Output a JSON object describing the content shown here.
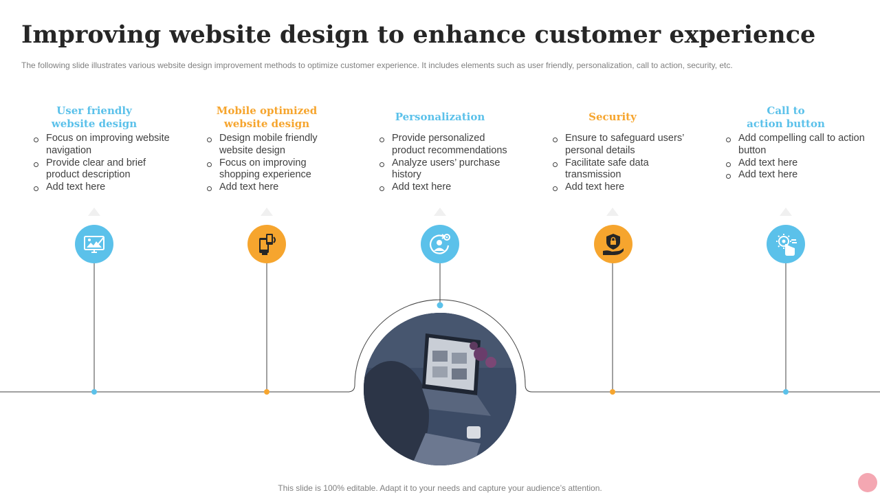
{
  "title": "Improving website design to enhance customer experience",
  "subtitle": "The following slide illustrates various website design improvement methods to optimize customer experience. It includes elements such as user friendly, personalization, call to action, security, etc.",
  "footer": "This slide is 100% editable. Adapt it to your needs and capture your audience’s attention.",
  "colors": {
    "blue": "#5bc1ea",
    "orange": "#f6a52e",
    "line": "#404040",
    "text": "#404040",
    "title": "#262626"
  },
  "columns": [
    {
      "title_line1": "User friendly",
      "title_line2": "website design",
      "accent": "blue",
      "icon": "monitor-image-icon",
      "bullets": [
        "Focus on improving website navigation",
        "Provide clear and brief product description",
        "Add text here"
      ]
    },
    {
      "title_line1": "Mobile optimized",
      "title_line2": "website design",
      "accent": "orange",
      "icon": "mobile-phone-icon",
      "bullets": [
        "Design mobile friendly website design",
        "Focus on improving shopping experience",
        "Add text here"
      ]
    },
    {
      "title_line1": "Personalization",
      "title_line2": "",
      "accent": "blue",
      "icon": "user-settings-icon",
      "bullets": [
        "Provide personalized product recommendations",
        "Analyze users’ purchase history",
        "Add text here"
      ]
    },
    {
      "title_line1": "Security",
      "title_line2": "",
      "accent": "orange",
      "icon": "security-shield-icon",
      "bullets": [
        "Ensure to safeguard users’ personal details",
        "Facilitate safe data transmission",
        "Add text here"
      ]
    },
    {
      "title_line1": "Call to",
      "title_line2": "action button",
      "accent": "blue",
      "icon": "click-button-icon",
      "bullets": [
        "Add compelling call to action button",
        "Add text here",
        "Add text here"
      ]
    }
  ]
}
